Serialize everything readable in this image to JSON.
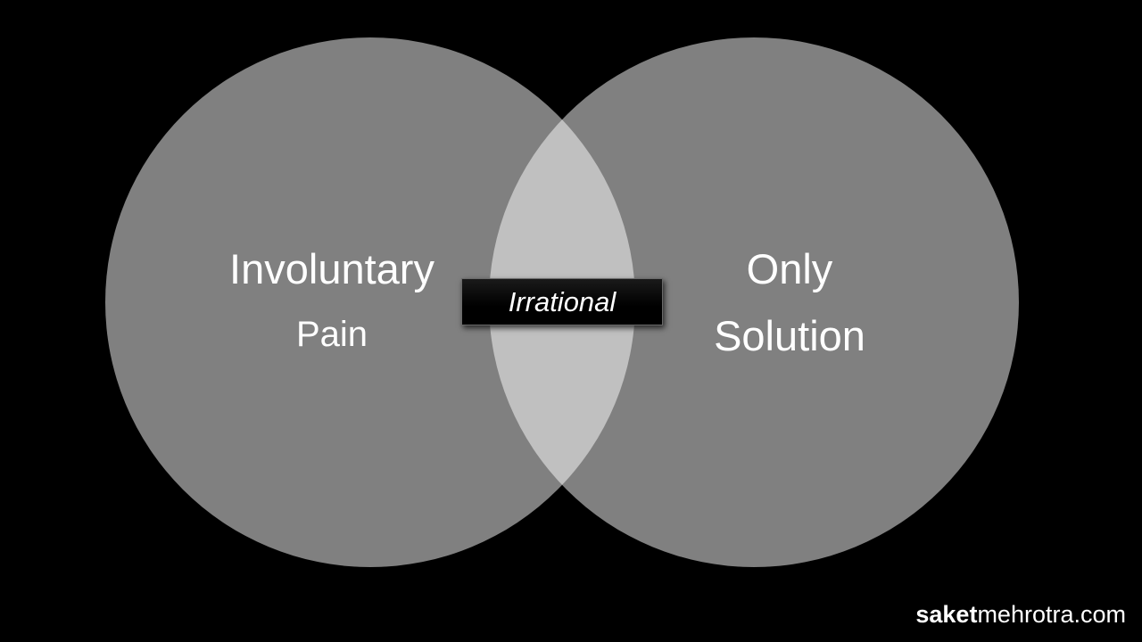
{
  "left_set": {
    "line1": "Involuntary",
    "line2": "Pain"
  },
  "right_set": {
    "line1": "Only",
    "line2": "Solution"
  },
  "intersection": {
    "label": "Irrational"
  },
  "watermark": {
    "bold": "saket",
    "regular": "mehrotra.com"
  },
  "colors": {
    "background": "#000000",
    "circle": "#808080",
    "overlap": "#c0c0c0",
    "text": "#ffffff",
    "label_box": "#000000"
  }
}
